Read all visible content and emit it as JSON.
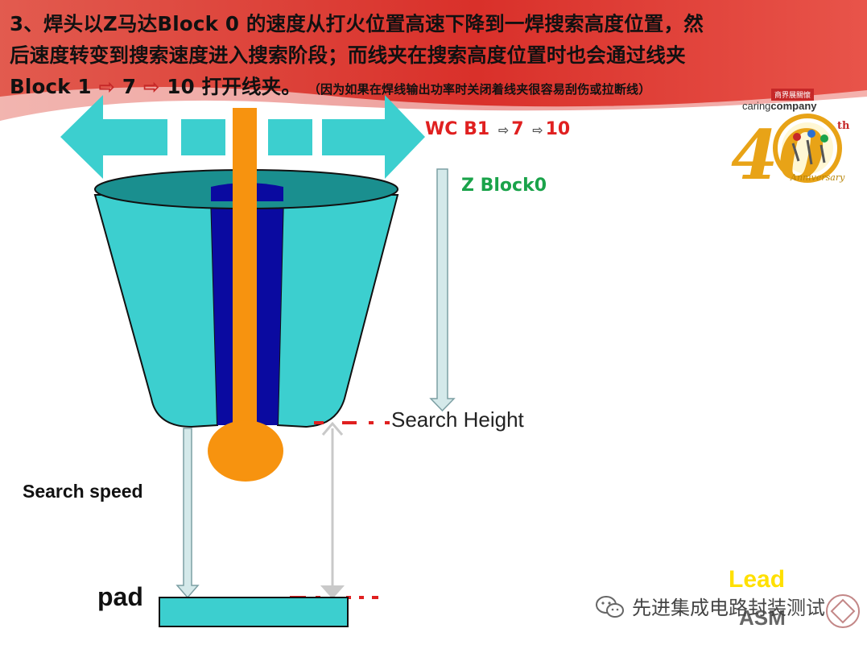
{
  "slide": {
    "title_line1": "3、焊头以Z马达Block 0 的速度从打火位置高速下降到一焊搜索高度位置，然",
    "title_line2": "后速度转变到搜索速度进入搜索阶段；而线夹在搜索高度位置时也会通过线夹",
    "title_line3_pre": "Block 1  ",
    "title_arrow_glyph": "⇨",
    "title_line3_mid1": "7  ",
    "title_line3_mid2": "10 打开线夹。",
    "title_note": "（因为如果在焊线输出功率时关闭着线夹很容易刮伤或拉断线）"
  },
  "labels": {
    "wc_prefix": "WC B1",
    "wc_arrow": "⇨",
    "wc_seven": "7",
    "wc_ten": "10",
    "z_block": "Z Block0",
    "search_height": "Search Height",
    "search_speed": "Search speed",
    "pad": "pad"
  },
  "logos": {
    "badge": "商界展關懷",
    "caring_1": "caring",
    "caring_2": "company",
    "forty": "40",
    "forty_suffix": "th",
    "anniversary": "Anniversary",
    "lead": "Lead",
    "asm": "ASM"
  },
  "watermark": {
    "text": "先进集成电路封装测试",
    "icon": "wechat-icon"
  },
  "colors": {
    "header_red": "#d9302a",
    "capillary_teal": "#3ccfcf",
    "capillary_dark_teal": "#1a8f8f",
    "inner_blue": "#0a0aa0",
    "wire_orange": "#f7930f",
    "motion_arrow_teal": "#3ccfcf",
    "guide_arrow_fill": "#d4e9ea",
    "dashed_red": "#e02020",
    "pad_teal": "#3ccfcf"
  }
}
